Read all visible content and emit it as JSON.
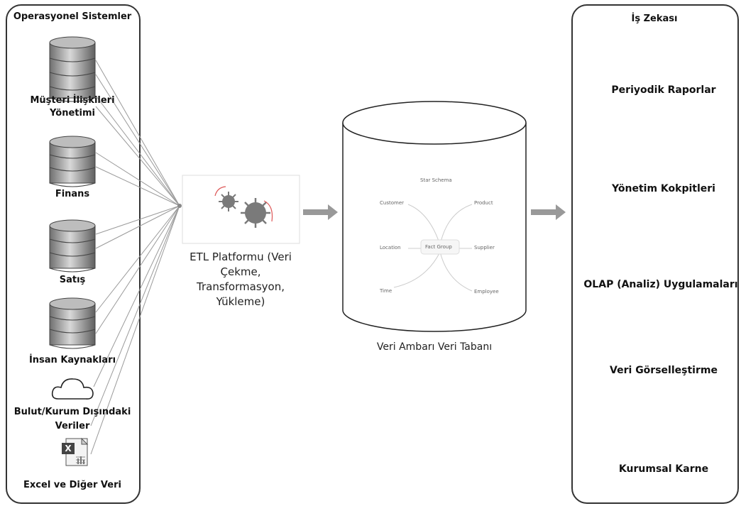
{
  "left_panel": {
    "title": "Operasyonel Sistemler",
    "sources": [
      {
        "label": "Müşteri İlişkileri Yönetimi",
        "icon": "database-icon"
      },
      {
        "label": "Finans",
        "icon": "database-icon"
      },
      {
        "label": "Satış",
        "icon": "database-icon"
      },
      {
        "label": "İnsan Kaynakları",
        "icon": "database-icon"
      },
      {
        "label": "Bulut/Kurum Dışındaki Veriler",
        "icon": "cloud-icon"
      },
      {
        "label": "Excel ve Diğer Veri",
        "icon": "excel-icon"
      }
    ]
  },
  "etl": {
    "label": "ETL Platformu (Veri Çekme, Transformasyon, Yükleme)",
    "icon": "gears-icon"
  },
  "warehouse": {
    "label": "Veri Ambarı Veri Tabanı",
    "schema": {
      "title": "Star Schema",
      "center": "Fact Group",
      "nodes": [
        "Customer",
        "Product",
        "Location",
        "Supplier",
        "Time",
        "Employee"
      ]
    }
  },
  "right_panel": {
    "title": "İş Zekası",
    "items": [
      {
        "label": "Periyodik Raporlar"
      },
      {
        "label": "Yönetim Kokpitleri"
      },
      {
        "label": "OLAP (Analiz) Uygulamaları"
      },
      {
        "label": "Veri Görselleştirme"
      },
      {
        "label": "Kurumsal Karne"
      }
    ]
  },
  "colors": {
    "arrow": "#999999",
    "line": "#9a9a9a",
    "border": "#333333",
    "cockpit": "#3a3a3a"
  }
}
